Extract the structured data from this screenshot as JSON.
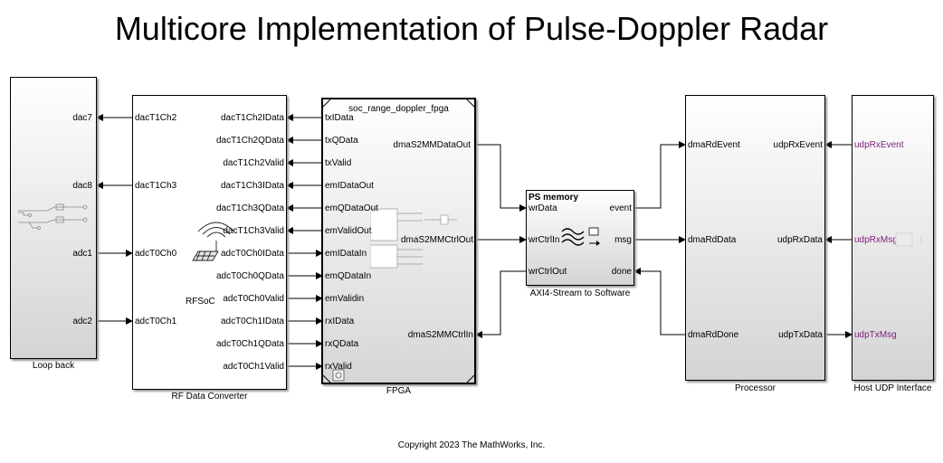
{
  "title": "Multicore Implementation of Pulse-Doppler Radar",
  "copyright": "Copyright 2023 The MathWorks, Inc.",
  "loopback": {
    "name": "Loop back",
    "ports": [
      "dac7",
      "dac8",
      "adc1",
      "adc2"
    ]
  },
  "rfdc": {
    "name": "RF Data Converter",
    "inner_label": "RFSoC",
    "left_ports": [
      "dacT1Ch2",
      "dacT1Ch3",
      "adcT0Ch0",
      "adcT0Ch1"
    ],
    "right_ports": [
      "dacT1Ch2IData",
      "dacT1Ch2QData",
      "dacT1Ch2Valid",
      "dacT1Ch3IData",
      "dacT1Ch3QData",
      "dacT1Ch3Valid",
      "adcT0Ch0IData",
      "adcT0Ch0QData",
      "adcT0Ch0Valid",
      "adcT0Ch1IData",
      "adcT0Ch1QData",
      "adcT0Ch1Valid"
    ]
  },
  "fpga": {
    "name": "FPGA",
    "inner_title": "soc_range_doppler_fpga",
    "left_ports": [
      "txIData",
      "txQData",
      "txValid",
      "emIDataOut",
      "emQDataOut",
      "emValidOut",
      "emIDataIn",
      "emQDataIn",
      "emValidin",
      "rxIData",
      "rxQData",
      "rxValid"
    ],
    "right_ports": [
      "dmaS2MMDataOut",
      "dmaS2MMCtrlOut",
      "dmaS2MMCtrlIn"
    ]
  },
  "axi": {
    "name": "AXI4-Stream to Software",
    "inner_title": "PS memory",
    "left_ports": [
      "wrData",
      "wrCtrlIn",
      "wrCtrlOut"
    ],
    "right_ports": [
      "event",
      "msg",
      "done"
    ]
  },
  "processor": {
    "name": "Processor",
    "left_ports": [
      "dmaRdEvent",
      "dmaRdData",
      "dmaRdDone"
    ],
    "right_ports": [
      "udpRxEvent",
      "udpRxData",
      "udpTxData"
    ]
  },
  "host": {
    "name": "Host UDP Interface",
    "ports": [
      "udpRxEvent",
      "udpRxMsg",
      "udpTxMsg"
    ]
  }
}
